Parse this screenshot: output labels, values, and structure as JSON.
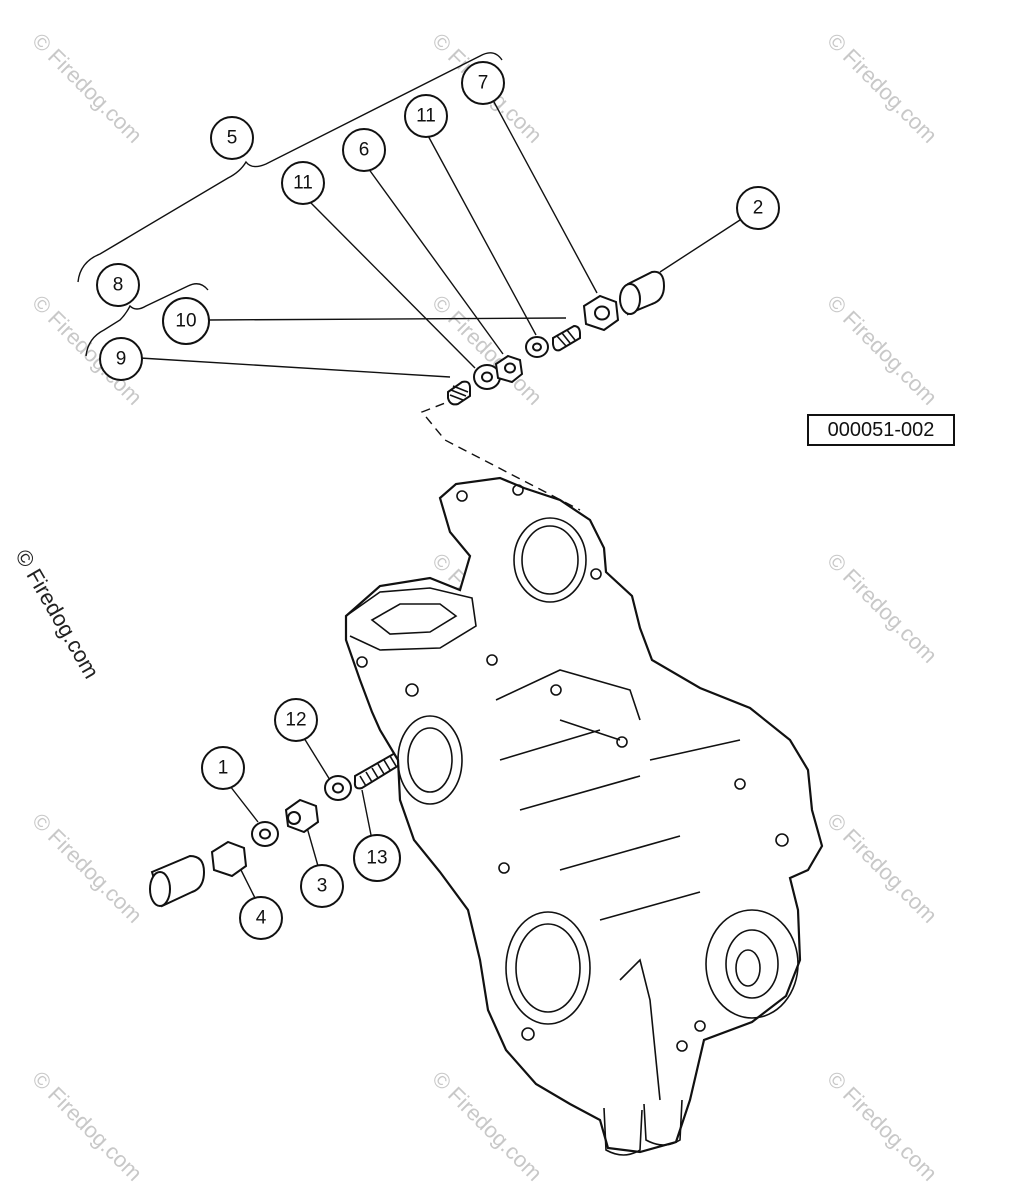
{
  "watermark": {
    "text": "© Firedog.com"
  },
  "reference_code": "000051-002",
  "callouts": {
    "c1": "1",
    "c2": "2",
    "c3": "3",
    "c4": "4",
    "c5": "5",
    "c6": "6",
    "c7": "7",
    "c8": "8",
    "c9": "9",
    "c10": "10",
    "c11a": "11",
    "c11b": "11",
    "c12": "12",
    "c13": "13"
  }
}
